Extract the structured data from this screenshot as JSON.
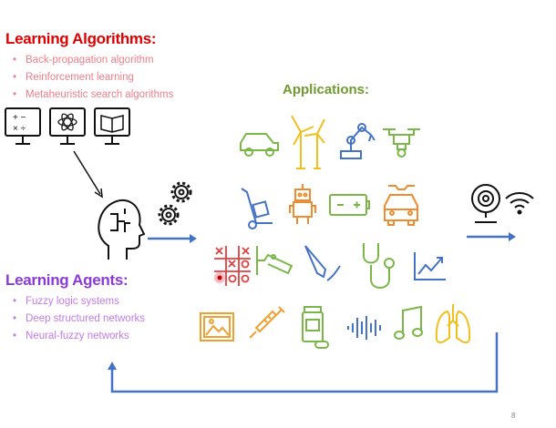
{
  "algorithms": {
    "title": "Learning Algorithms:",
    "items": [
      "Back-propagation algorithm",
      "Reinforcement learning",
      "Metaheuristic search algorithms"
    ]
  },
  "agents": {
    "title": "Learning Agents:",
    "items": [
      "Fuzzy logic systems",
      "Deep structured networks",
      "Neural-fuzzy networks"
    ]
  },
  "applications": {
    "title": "Applications:"
  },
  "monitor_symbols": [
    "+ −",
    "× ÷"
  ],
  "page_number": "8",
  "colors": {
    "red": "#e00000",
    "purple": "#8a3ad9",
    "green": "#6e9a2e",
    "blue": "#4472c4",
    "orange": "#f0a030",
    "yellow": "#f0c020"
  }
}
